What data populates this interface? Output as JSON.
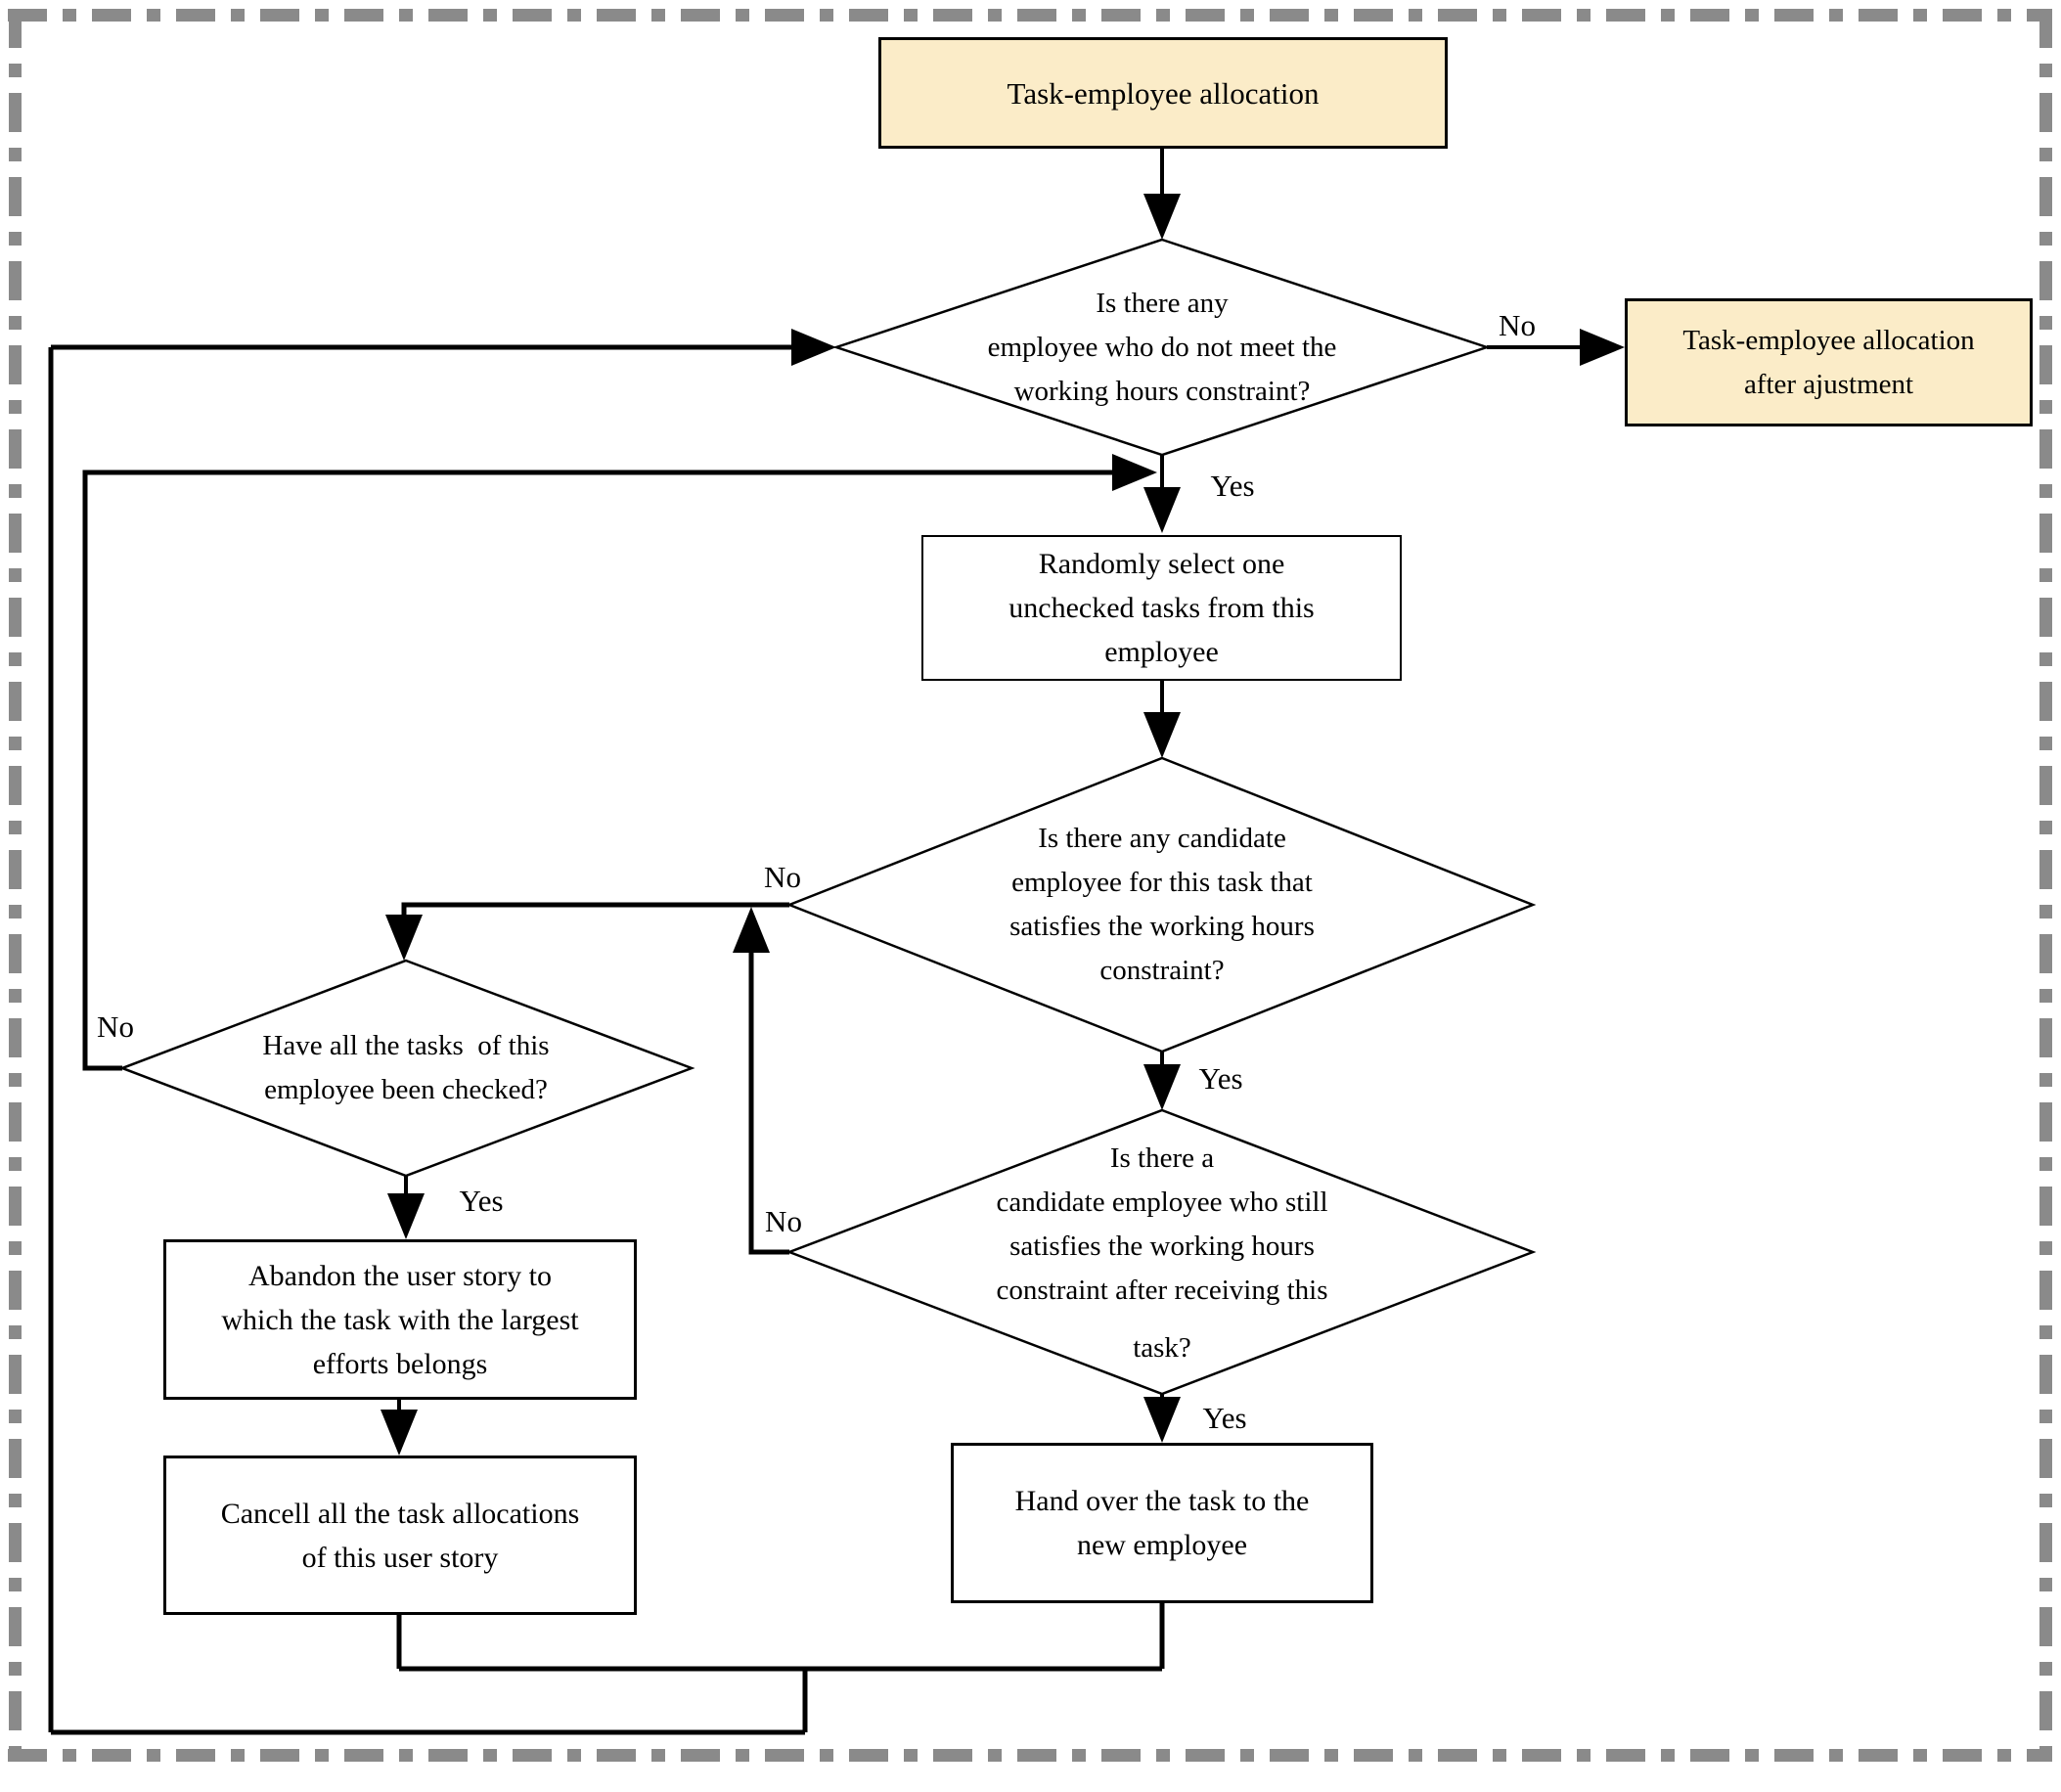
{
  "flowchart": {
    "start": {
      "text": "Task-employee allocation"
    },
    "decision_hours": {
      "lines": [
        "Is there any",
        "employee who do not meet the",
        "working hours constraint?"
      ]
    },
    "end_node": {
      "lines": [
        "Task-employee allocation",
        "after ajustment"
      ]
    },
    "process_select": {
      "lines": [
        "Randomly select one",
        "unchecked tasks from this",
        "employee"
      ]
    },
    "decision_candidate": {
      "lines": [
        "Is there any candidate",
        "employee for this task that",
        "satisfies the working hours",
        "constraint?"
      ]
    },
    "decision_still_satisfies": {
      "lines": [
        "Is there a",
        "candidate employee who still",
        "satisfies the working hours",
        "constraint after receiving this",
        "task?"
      ]
    },
    "process_handover": {
      "lines": [
        "Hand over the task to the",
        "new employee"
      ]
    },
    "decision_all_checked": {
      "lines": [
        "Have all the tasks  of this",
        "employee been checked?"
      ]
    },
    "process_abandon": {
      "lines": [
        "Abandon the user story to",
        "which the task with the largest",
        "efforts belongs"
      ]
    },
    "process_cancel": {
      "lines": [
        "Cancell all the task allocations",
        "of this user story"
      ]
    },
    "labels": {
      "yes": "Yes",
      "no": "No"
    },
    "colors": {
      "terminal_fill": "#FBECC8",
      "process_fill": "#FFFFFF",
      "line": "#000000",
      "frame_dash": "#8A8A8A"
    }
  }
}
